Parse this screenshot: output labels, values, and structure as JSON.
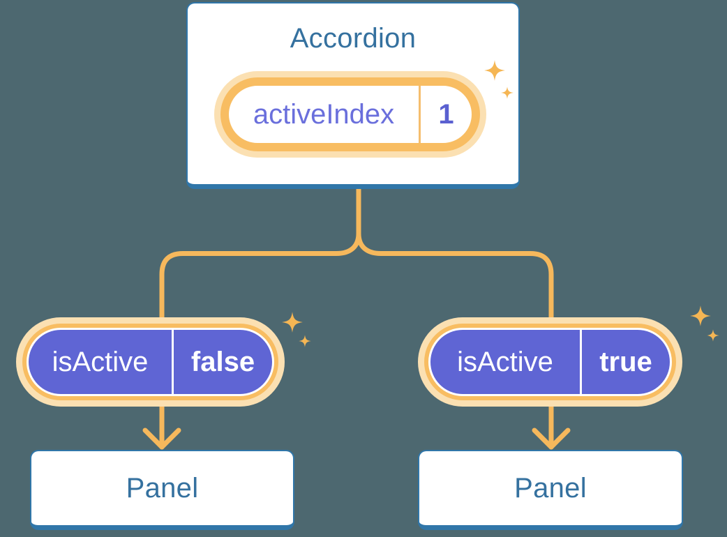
{
  "root": {
    "label": "Accordion",
    "state": {
      "name": "activeIndex",
      "value": "1"
    }
  },
  "children": [
    {
      "prop": {
        "name": "isActive",
        "value": "false"
      },
      "panel": {
        "label": "Panel"
      }
    },
    {
      "prop": {
        "name": "isActive",
        "value": "true"
      },
      "panel": {
        "label": "Panel"
      }
    }
  ],
  "colors": {
    "canvas_background": "#4D6870",
    "node_border_blue": "#3076A9",
    "node_text_blue": "#35719F",
    "state_ring_orange": "#F8BD62",
    "state_halo_orange": "#FBE0B2",
    "connector_orange": "#F6B85C",
    "sparkle_orange": "#F5B654",
    "prop_pill_purple": "#5F65D4",
    "state_name_purple": "#6A6FDC",
    "state_value_purple": "#5A60D0",
    "prop_text_white": "#FFFFFF"
  },
  "icons": {
    "sparkle": "sparkle-icon",
    "arrow": "arrow-down-icon"
  }
}
